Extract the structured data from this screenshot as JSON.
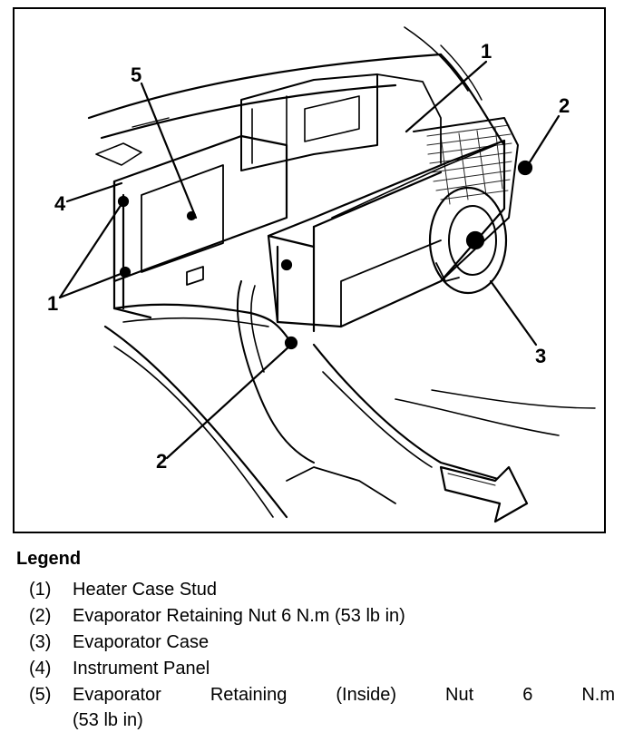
{
  "figure": {
    "callouts": [
      {
        "id": "c1a",
        "text": "1"
      },
      {
        "id": "c2a",
        "text": "2"
      },
      {
        "id": "c5",
        "text": "5"
      },
      {
        "id": "c4",
        "text": "4"
      },
      {
        "id": "c1b",
        "text": "1"
      },
      {
        "id": "c3",
        "text": "3"
      },
      {
        "id": "c2b",
        "text": "2"
      }
    ]
  },
  "legend": {
    "title": "Legend",
    "items": [
      {
        "num": "(1)",
        "text": "Heater Case Stud"
      },
      {
        "num": "(2)",
        "text": "Evaporator Retaining Nut 6 N.m (53 lb in)"
      },
      {
        "num": "(3)",
        "text": "Evaporator Case"
      },
      {
        "num": "(4)",
        "text": "Instrument Panel"
      },
      {
        "num": "(5)",
        "text": "Evaporator Retaining (Inside) Nut 6 N.m",
        "continuation": "(53 lb in)"
      }
    ]
  }
}
